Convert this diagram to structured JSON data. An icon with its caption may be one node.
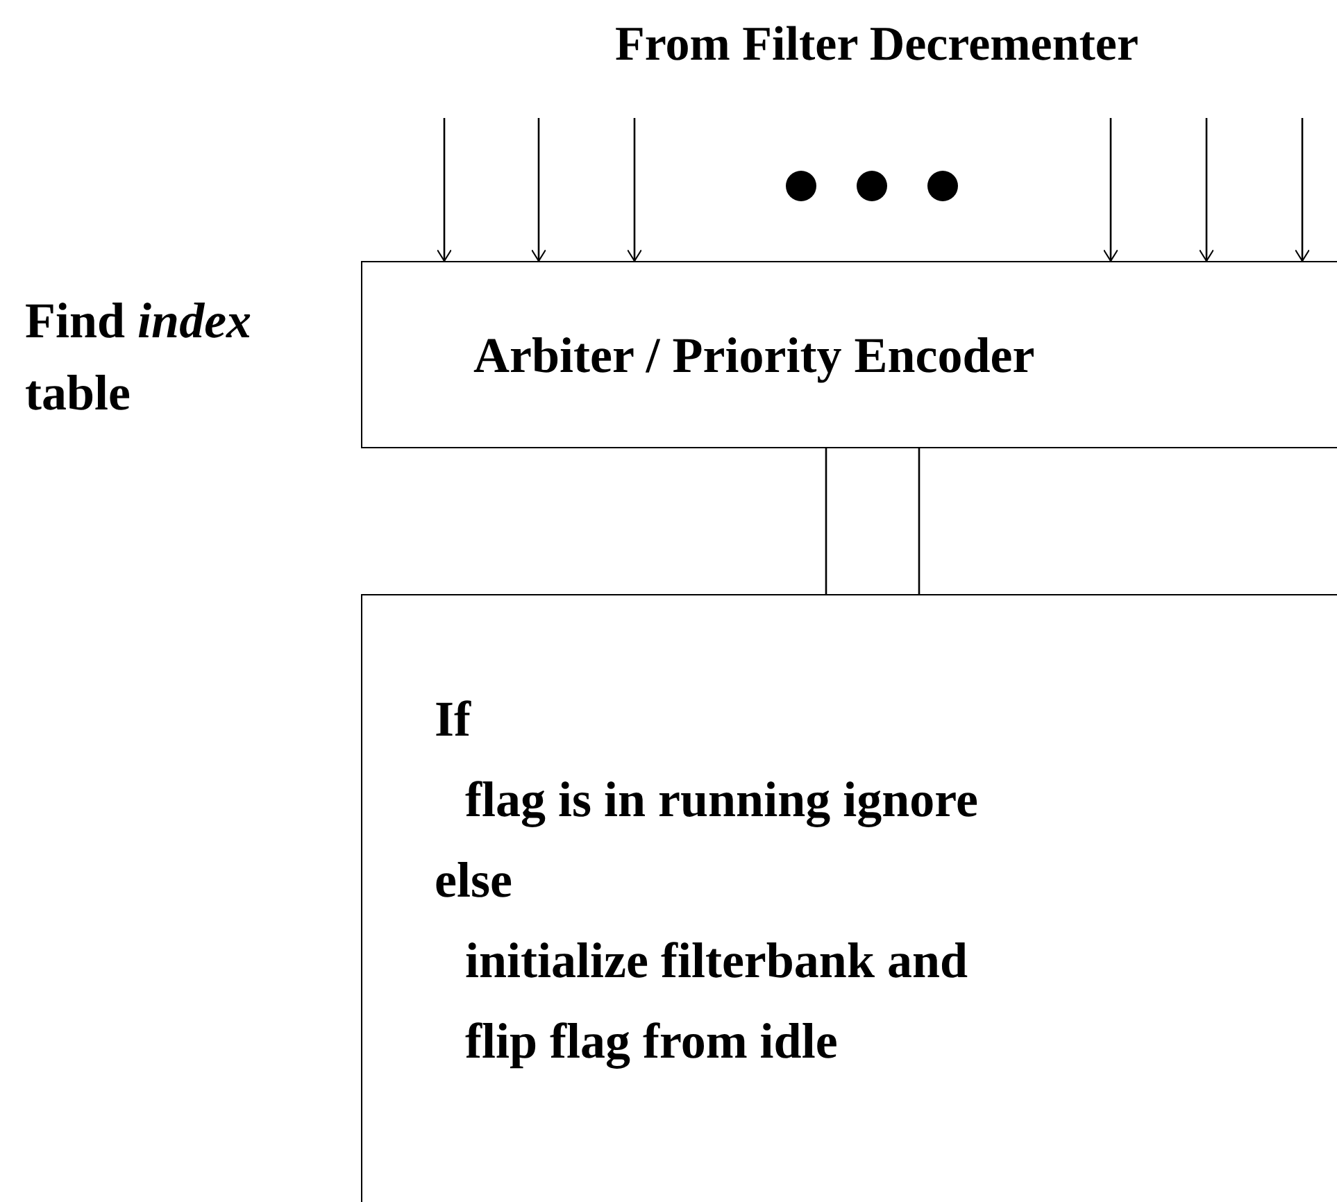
{
  "diagram": {
    "title": "From Filter Decrementer",
    "nodes": [
      {
        "text": [
          "Arbiter / Priority Encoder"
        ]
      },
      {
        "text": [
          "If",
          "flag is in running ignore",
          "else",
          "initialize filterbank and",
          "flip flag from idle"
        ]
      }
    ],
    "edges": [
      {
        "from": null,
        "to": 0,
        "arrow": "to"
      },
      {
        "from": null,
        "to": 0,
        "arrow": "to"
      },
      {
        "from": null,
        "to": 0,
        "arrow": "to"
      },
      {
        "from": null,
        "to": 0,
        "arrow": "to"
      },
      {
        "from": null,
        "to": 0,
        "arrow": "to"
      },
      {
        "from": null,
        "to": 0,
        "arrow": "to"
      },
      {
        "from": 0,
        "to": 1,
        "arrow": "none"
      }
    ],
    "labels": [
      "Find *index* table"
    ]
  }
}
